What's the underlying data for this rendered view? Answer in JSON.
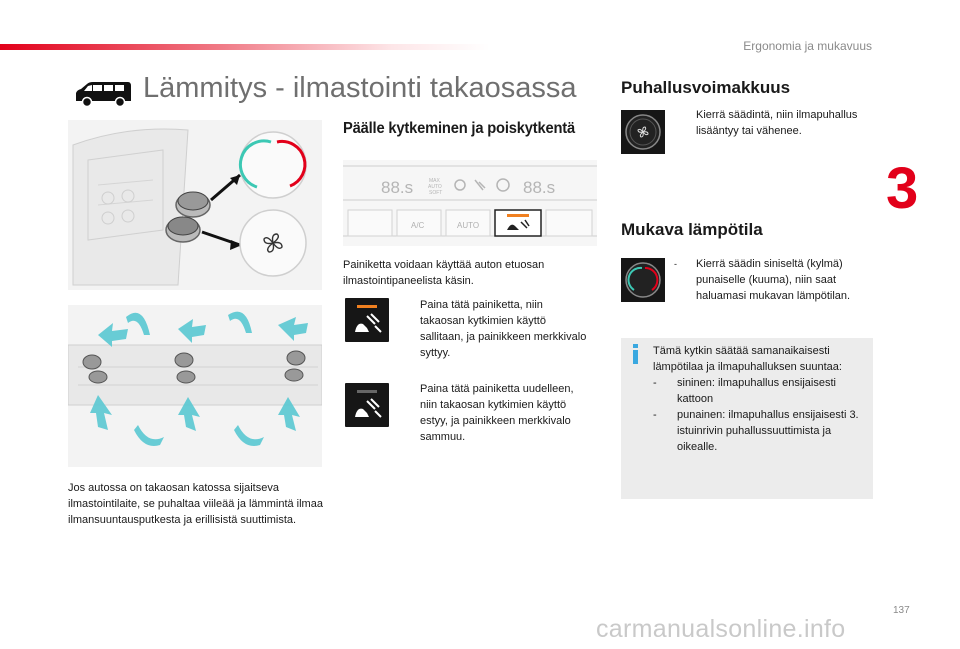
{
  "header": {
    "section": "Ergonomia ja mukavuus",
    "chapter": "3",
    "page_number": "137"
  },
  "title": "Lämmitys - ilmastointi takaosassa",
  "left": {
    "paragraph": "Jos autossa on takaosan katossa sijaitseva ilmastointilaite, se puhaltaa viileää ja lämmintä ilmaa ilmansuuntausputkesta ja erillisistä suuttimista."
  },
  "switching": {
    "title": "Päälle kytkeminen ja poiskytkentä",
    "panel_display": {
      "left_temp": "88.s",
      "right_temp": "88.s",
      "max_label": "MAX",
      "auto_label": "AUTO",
      "soft_label": "SOFT"
    },
    "panel_buttons": [
      "A/C",
      "AUTO"
    ],
    "intro": "Painiketta voidaan käyttää auton etuosan ilmastointipaneelista käsin.",
    "steps": [
      {
        "bullet": "",
        "text": "Paina tätä painiketta, niin takaosan kytkimien käyttö sallitaan, ja painikkeen merkkivalo syttyy."
      },
      {
        "bullet": "",
        "text": "Paina tätä painiketta uudelleen, niin takaosan kytkimien käyttö estyy, ja painikkeen merkkivalo sammuu."
      }
    ]
  },
  "blower": {
    "title": "Puhallusvoimakkuus",
    "step": {
      "bullet": "",
      "text": "Kierrä säädintä, niin ilmapuhallus lisääntyy tai vähenee."
    }
  },
  "comfort": {
    "title": "Mukava lämpötila",
    "step": {
      "bullet": "-",
      "text": "Kierrä säädin siniseltä (kylmä) punaiselle (kuuma), niin saat haluamasi mukavan lämpötilan."
    }
  },
  "info": {
    "intro": "Tämä kytkin säätää samanaikaisesti lämpötilaa ja ilmapuhalluksen suuntaa:",
    "items": [
      {
        "dash": "-",
        "text": "sininen: ilmapuhallus ensijaisesti kattoon"
      },
      {
        "dash": "-",
        "text": "punainen: ilmapuhallus ensijaisesti 3. istuinrivin puhallussuuttimista ja oikealle."
      }
    ]
  },
  "watermark": "carmanualsonline.info",
  "colors": {
    "accent": "#e2001a",
    "cold": "#3cc8b4",
    "hot": "#e2001a",
    "indicator_on": "#f08020",
    "info_icon": "#3aa8e0"
  }
}
